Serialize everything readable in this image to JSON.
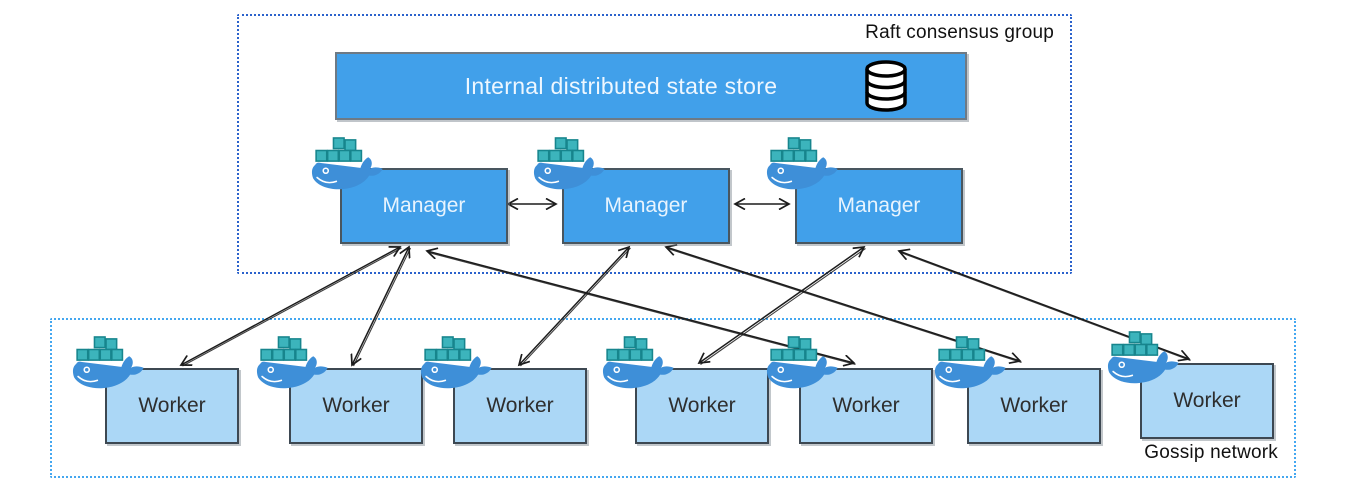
{
  "raft_group": {
    "label": "Raft consensus group",
    "state_store": {
      "label": "Internal distributed state store",
      "icon": "database-icon"
    },
    "managers": [
      {
        "id": "manager-1",
        "label": "Manager",
        "icon": "docker-whale-icon"
      },
      {
        "id": "manager-2",
        "label": "Manager",
        "icon": "docker-whale-icon"
      },
      {
        "id": "manager-3",
        "label": "Manager",
        "icon": "docker-whale-icon"
      }
    ]
  },
  "gossip_network": {
    "label": "Gossip network",
    "workers": [
      {
        "id": "worker-1",
        "label": "Worker",
        "icon": "docker-whale-icon"
      },
      {
        "id": "worker-2",
        "label": "Worker",
        "icon": "docker-whale-icon"
      },
      {
        "id": "worker-3",
        "label": "Worker",
        "icon": "docker-whale-icon"
      },
      {
        "id": "worker-4",
        "label": "Worker",
        "icon": "docker-whale-icon"
      },
      {
        "id": "worker-5",
        "label": "Worker",
        "icon": "docker-whale-icon"
      },
      {
        "id": "worker-6",
        "label": "Worker",
        "icon": "docker-whale-icon"
      },
      {
        "id": "worker-7",
        "label": "Worker",
        "icon": "docker-whale-icon"
      }
    ]
  },
  "connections": [
    {
      "from": "manager-1",
      "to": "manager-2",
      "bidirectional": true
    },
    {
      "from": "manager-2",
      "to": "manager-3",
      "bidirectional": true
    },
    {
      "from": "manager-1",
      "to": "worker-1",
      "bidirectional": true
    },
    {
      "from": "manager-1",
      "to": "worker-2",
      "bidirectional": true
    },
    {
      "from": "manager-1",
      "to": "worker-5",
      "bidirectional": true
    },
    {
      "from": "manager-2",
      "to": "worker-3",
      "bidirectional": true
    },
    {
      "from": "manager-2",
      "to": "worker-6",
      "bidirectional": true
    },
    {
      "from": "manager-3",
      "to": "worker-4",
      "bidirectional": true
    },
    {
      "from": "manager-3",
      "to": "worker-7",
      "bidirectional": true
    }
  ],
  "colors": {
    "node_fill": "#41a0ea",
    "worker_fill": "#abd7f6",
    "raft_border": "#2b62cc",
    "gossip_border": "#44a7f0",
    "arrow": "#1c1c1c",
    "whale_body": "#3e8fd8",
    "container_fill": "#3cb4bc",
    "container_stroke": "#17858d"
  }
}
